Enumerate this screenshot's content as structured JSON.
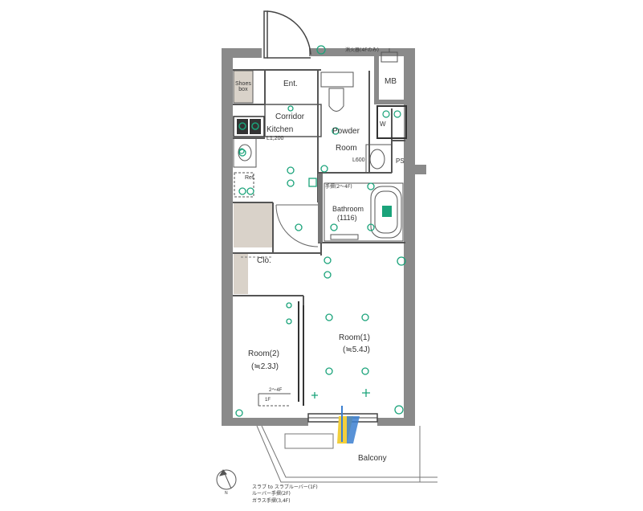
{
  "rooms": {
    "entrance": "Ent.",
    "shoes_box_line1": "Shoes",
    "shoes_box_line2": "box",
    "corridor": "Corridor",
    "kitchen": "Kitchen",
    "kitchen_width": "L1,200",
    "powder_room_line1": "Powder",
    "powder_room_line2": "Room",
    "powder_width": "L600",
    "washer": "W",
    "ps": "PS",
    "mb": "MB",
    "refrigerator": "Ref.",
    "bathroom": "Bathroom",
    "bathroom_size": "(1116)",
    "handrail_note": "手摺(2～4F)",
    "closet": "Clo.",
    "room1": "Room(1)",
    "room1_size": "(≒5.4J)",
    "room2": "Room(2)",
    "room2_size": "(≒2.3J)",
    "balcony": "Balcony",
    "step_4f": "2～4F",
    "step_1f": "1F",
    "extinguisher_note": "消火器(4Fのみ)"
  },
  "legend": {
    "line1": "スラブ to スラブルーバー(1F)",
    "line2": "ルーバー手摺(2F)",
    "line3": "ガラス手摺(3,4F)"
  },
  "compass": {
    "label": "N"
  },
  "colors": {
    "wall": "#8a8a8a",
    "fixture_green": "#1aa37a",
    "storage_fill": "#d9d2c9",
    "line": "#555555",
    "window_yellow": "#f2cf3a",
    "window_blue": "#3b7fd0"
  }
}
